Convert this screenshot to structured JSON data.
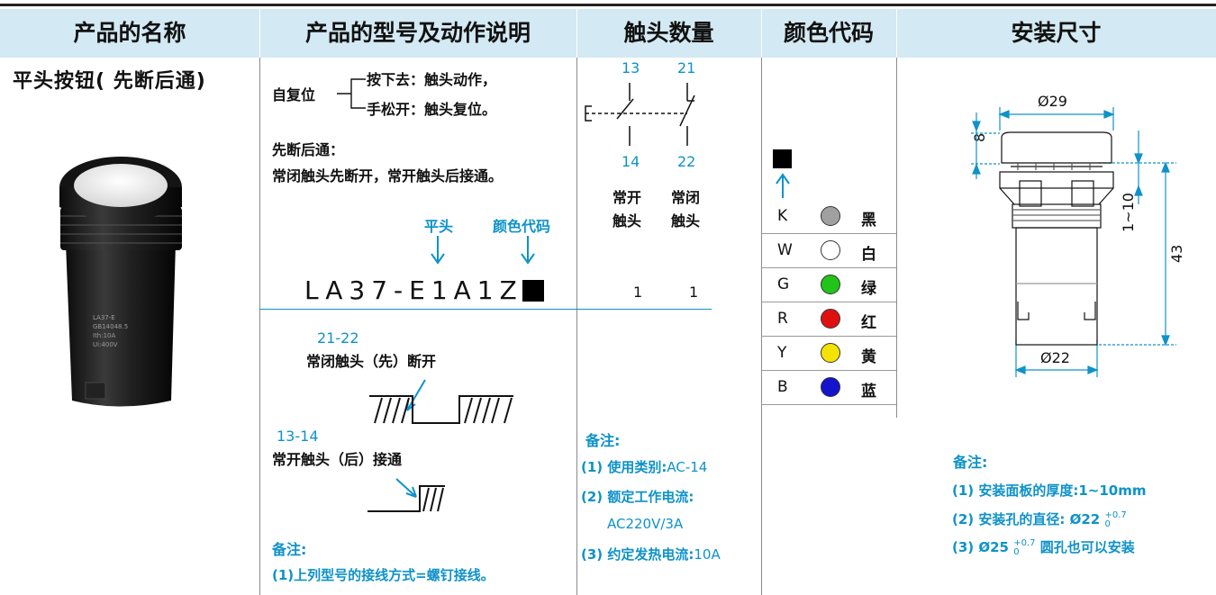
{
  "headers": {
    "name": "产品的名称",
    "model": "产品的型号及动作说明",
    "contacts": "触头数量",
    "color_code": "颜色代码",
    "dimensions": "安装尺寸"
  },
  "product": {
    "name": "平头按钮( 先断后通)"
  },
  "action": {
    "self_reset": "自复位",
    "press": "按下去：触头动作，",
    "release": "手松开：触头复位。",
    "break_first_title": "先断后通：",
    "break_first_desc": "常闭触头先断开，常开触头后接通。",
    "label_flat": "平头",
    "label_color": "颜色代码",
    "model_code": "LA37-E1A1Z1",
    "nc_terminals": "21-22",
    "nc_desc": "常闭触头（先）断开",
    "no_terminals": "13-14",
    "no_desc": "常开触头（后）接通",
    "note_title": "备注:",
    "note_1": "(1)上列型号的接线方式=螺钉接线。"
  },
  "contacts": {
    "top_left": "13",
    "top_right": "21",
    "bottom_left": "14",
    "bottom_right": "22",
    "no_label_1": "常开",
    "no_label_2": "触头",
    "nc_label_1": "常闭",
    "nc_label_2": "触头",
    "no_count": "1",
    "nc_count": "1",
    "note_title": "备注:",
    "note_1_prefix": "(1) 使用类别:",
    "note_1_value": "AC-14",
    "note_2": "(2) 额定工作电流:",
    "note_2_value": "AC220V/3A",
    "note_3_prefix": "(3) 约定发热电流:",
    "note_3_value": "10A"
  },
  "colors": [
    {
      "code": "K",
      "name": "黑",
      "hex": "#a0a0a0"
    },
    {
      "code": "W",
      "name": "白",
      "hex": "#ffffff"
    },
    {
      "code": "G",
      "name": "绿",
      "hex": "#22c41a"
    },
    {
      "code": "R",
      "name": "红",
      "hex": "#e01010"
    },
    {
      "code": "Y",
      "name": "黄",
      "hex": "#f4e200"
    },
    {
      "code": "B",
      "name": "蓝",
      "hex": "#1414cc"
    }
  ],
  "dimensions": {
    "top_diameter": "Ø29",
    "head_height": "8",
    "panel_range": "1~10",
    "total_height": "43",
    "bottom_diameter": "Ø22",
    "note_title": "备注:",
    "note_1": "(1) 安装面板的厚度:1~10mm",
    "note_2_prefix": "(2) 安装孔的直径: Ø22",
    "note_3_prefix": "(3) Ø25",
    "note_3_suffix": "圆孔也可以安装",
    "tol_plus": "+0.7",
    "tol_zero": "0"
  }
}
